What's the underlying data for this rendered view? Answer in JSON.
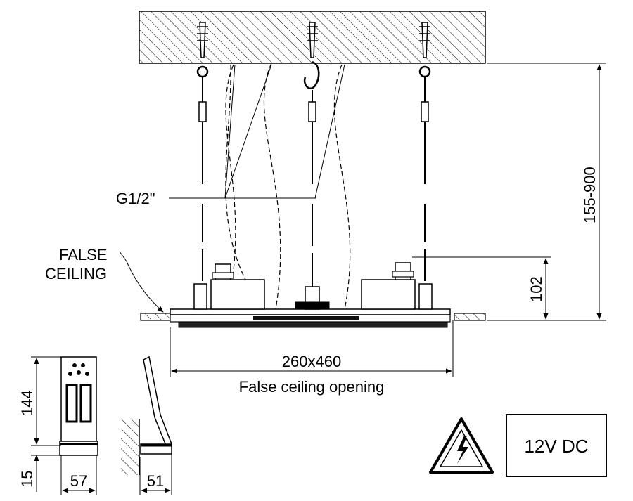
{
  "labels": {
    "thread": "G1/2\"",
    "false_ceiling_line1": "FALSE",
    "false_ceiling_line2": "CEILING",
    "opening_size": "260x460",
    "opening_caption": "False ceiling opening",
    "voltage": "12V DC"
  },
  "dimensions": {
    "suspension_height": "155-900",
    "body_height": "102",
    "panel_height": "144",
    "panel_base": "15",
    "panel_width": "57",
    "panel_depth": "51"
  },
  "colors": {
    "ink": "#000000",
    "background": "#ffffff"
  },
  "icons": {
    "warning": "high-voltage-warning-icon"
  }
}
